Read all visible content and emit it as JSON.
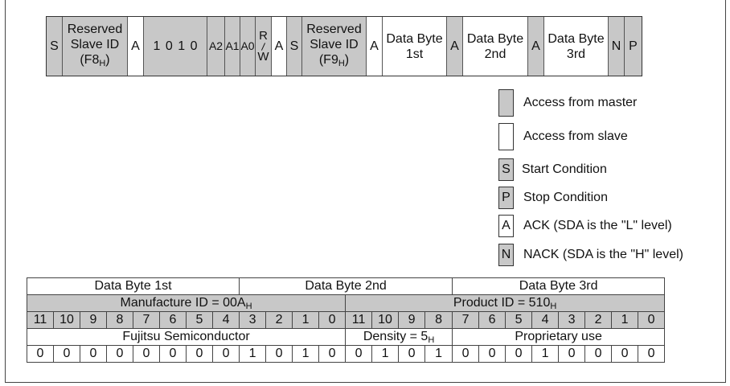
{
  "sequence": [
    {
      "text": "S",
      "kind": "m"
    },
    {
      "text": "Reserved Slave ID (F8",
      "sub": "H",
      "tail": ")",
      "kind": "m"
    },
    {
      "text": "A",
      "kind": "s"
    },
    {
      "text": "1  0  1  0",
      "kind": "m"
    },
    {
      "text": "A2",
      "kind": "m"
    },
    {
      "text": "A1",
      "kind": "m"
    },
    {
      "text": "A0",
      "kind": "m"
    },
    {
      "text": "R/W",
      "kind": "m"
    },
    {
      "text": "A",
      "kind": "s"
    },
    {
      "text": "S",
      "kind": "m"
    },
    {
      "text": "Reserved Slave ID (F9",
      "sub": "H",
      "tail": ")",
      "kind": "m"
    },
    {
      "text": "A",
      "kind": "s"
    },
    {
      "text": "Data Byte 1st",
      "kind": "s"
    },
    {
      "text": "A",
      "kind": "m"
    },
    {
      "text": "Data Byte 2nd",
      "kind": "s"
    },
    {
      "text": "A",
      "kind": "m"
    },
    {
      "text": "Data Byte 3rd",
      "kind": "s"
    },
    {
      "text": "N",
      "kind": "m"
    },
    {
      "text": "P",
      "kind": "m"
    }
  ],
  "legend": {
    "master": "Access from master",
    "slave": "Access from slave",
    "start_symbol": "S",
    "start": "Start Condition",
    "stop_symbol": "P",
    "stop": "Stop Condition",
    "ack_symbol": "A",
    "ack": "ACK (SDA is the \"L\" level)",
    "nack_symbol": "N",
    "nack": "NACK (SDA is the \"H\" level)"
  },
  "table": {
    "byte_headers": [
      "Data Byte 1st",
      "Data Byte 2nd",
      "Data Byte 3rd"
    ],
    "manufacture_id": "Manufacture ID = 00A",
    "manufacture_id_sub": "H",
    "product_id": "Product ID = 510",
    "product_id_sub": "H",
    "bit_numbers": [
      "11",
      "10",
      "9",
      "8",
      "7",
      "6",
      "5",
      "4",
      "3",
      "2",
      "1",
      "0",
      "11",
      "10",
      "9",
      "8",
      "7",
      "6",
      "5",
      "4",
      "3",
      "2",
      "1",
      "0"
    ],
    "fujitsu": "Fujitsu Semiconductor",
    "density": "Density = 5",
    "density_sub": "H",
    "proprietary": "Proprietary use",
    "bit_values": [
      "0",
      "0",
      "0",
      "0",
      "0",
      "0",
      "0",
      "0",
      "1",
      "0",
      "1",
      "0",
      "0",
      "1",
      "0",
      "1",
      "0",
      "0",
      "0",
      "1",
      "0",
      "0",
      "0",
      "0"
    ]
  }
}
